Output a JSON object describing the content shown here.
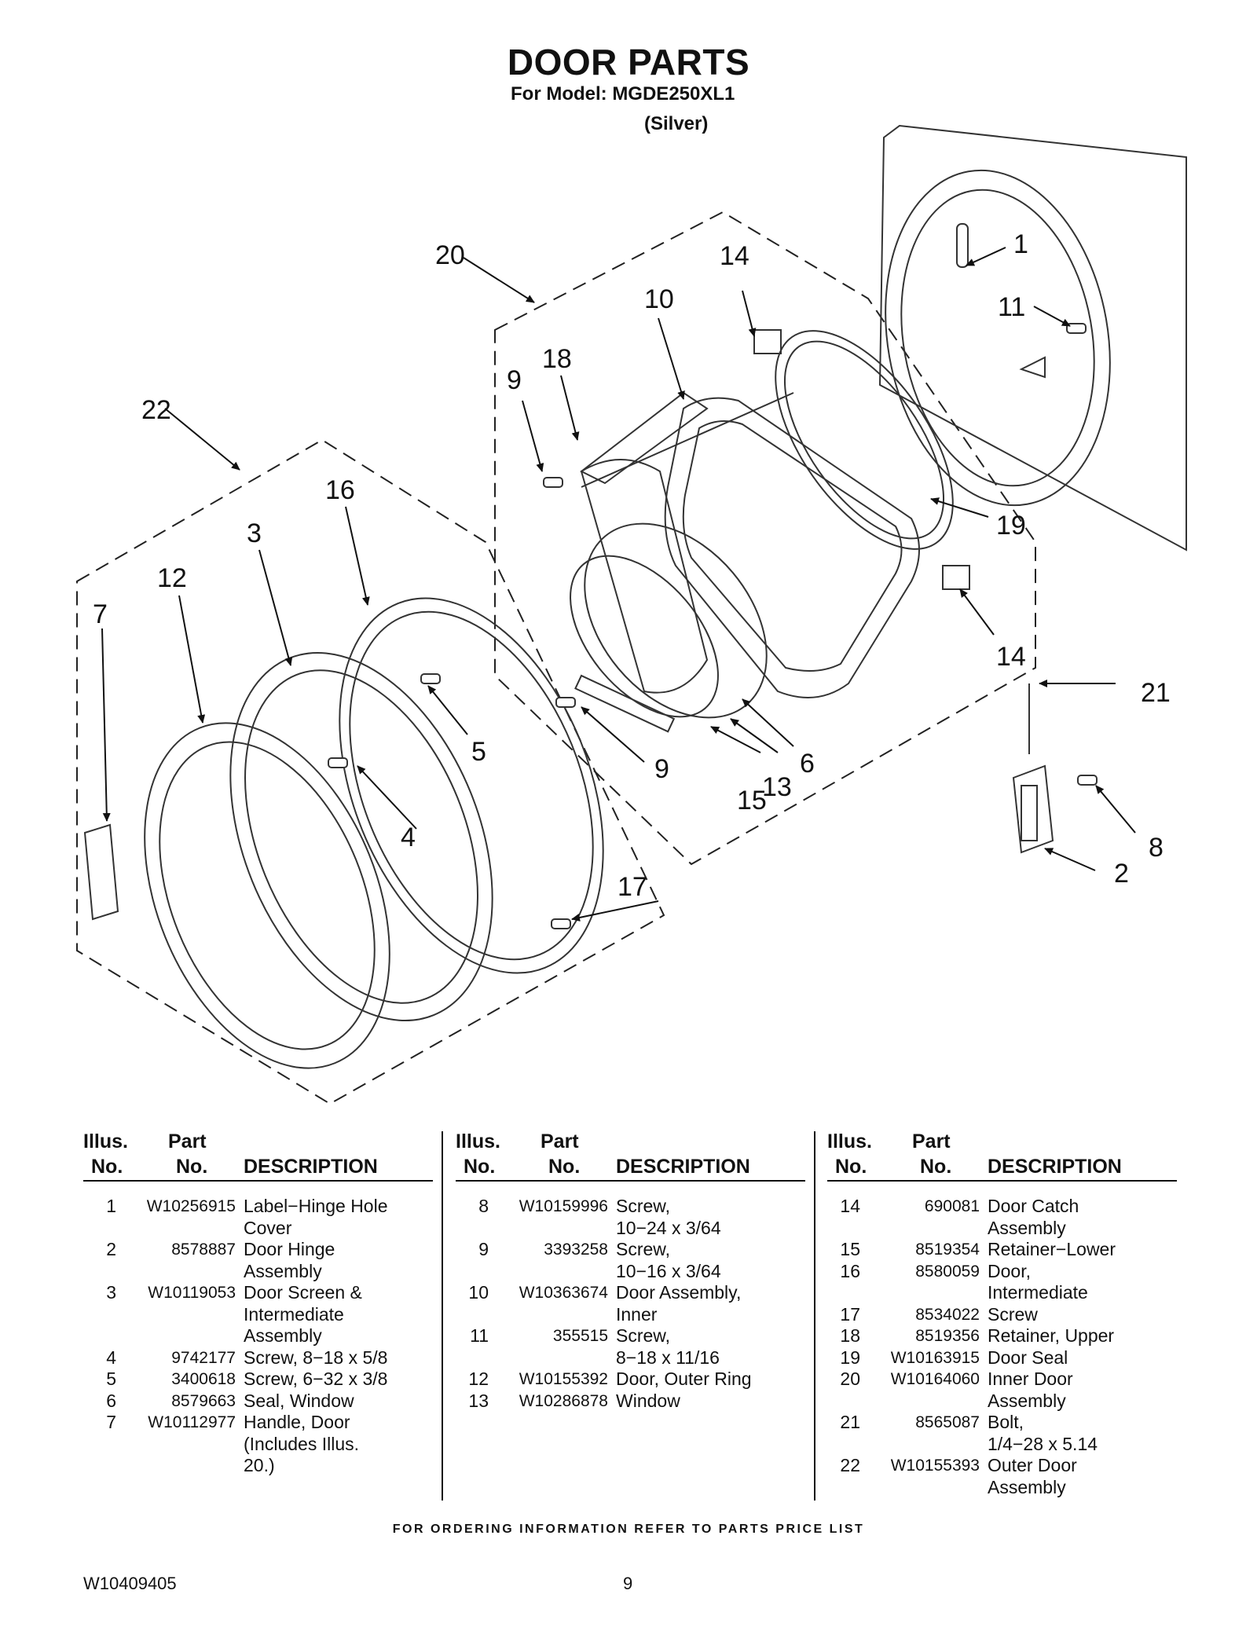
{
  "header": {
    "title": "DOOR PARTS",
    "model_line": "For Model: MGDE250XL1",
    "color_line": "(Silver)"
  },
  "callouts": [
    "1",
    "2",
    "3",
    "4",
    "5",
    "6",
    "8",
    "9",
    "10",
    "11",
    "12",
    "13",
    "14",
    "15",
    "16",
    "17",
    "18",
    "19",
    "20",
    "21",
    "22",
    "7"
  ],
  "table": {
    "headers": {
      "illus_1": "Illus.",
      "illus_2": "No.",
      "part_1": "Part",
      "part_2": "No.",
      "desc": "DESCRIPTION"
    },
    "columns": [
      {
        "rows": [
          {
            "n": "1",
            "part": "W10256915",
            "desc": [
              "Label−Hinge Hole",
              "Cover"
            ]
          },
          {
            "n": "2",
            "part": "8578887",
            "desc": [
              "Door Hinge",
              "Assembly"
            ]
          },
          {
            "n": "3",
            "part": "W10119053",
            "desc": [
              "Door Screen &",
              "Intermediate",
              "Assembly"
            ]
          },
          {
            "n": "4",
            "part": "9742177",
            "desc": [
              "Screw, 8−18 x 5/8"
            ]
          },
          {
            "n": "5",
            "part": "3400618",
            "desc": [
              "Screw, 6−32 x 3/8"
            ]
          },
          {
            "n": "6",
            "part": "8579663",
            "desc": [
              "Seal, Window"
            ]
          },
          {
            "n": "7",
            "part": "W10112977",
            "desc": [
              "Handle, Door",
              "(Includes Illus.",
              "20.)"
            ]
          }
        ]
      },
      {
        "rows": [
          {
            "n": "8",
            "part": "W10159996",
            "desc": [
              "Screw,",
              "10−24 x 3/64"
            ]
          },
          {
            "n": "9",
            "part": "3393258",
            "desc": [
              "Screw,",
              "10−16 x 3/64"
            ]
          },
          {
            "n": "10",
            "part": "W10363674",
            "desc": [
              "Door Assembly,",
              "Inner"
            ]
          },
          {
            "n": "11",
            "part": "355515",
            "desc": [
              "Screw,",
              "8−18 x 11/16"
            ]
          },
          {
            "n": "12",
            "part": "W10155392",
            "desc": [
              "Door, Outer Ring"
            ]
          },
          {
            "n": "13",
            "part": "W10286878",
            "desc": [
              "Window"
            ]
          }
        ]
      },
      {
        "rows": [
          {
            "n": "14",
            "part": "690081",
            "desc": [
              "Door Catch",
              "Assembly"
            ]
          },
          {
            "n": "15",
            "part": "8519354",
            "desc": [
              "Retainer−Lower"
            ]
          },
          {
            "n": "16",
            "part": "8580059",
            "desc": [
              "Door,",
              "Intermediate"
            ]
          },
          {
            "n": "17",
            "part": "8534022",
            "desc": [
              "Screw"
            ]
          },
          {
            "n": "18",
            "part": "8519356",
            "desc": [
              "Retainer, Upper"
            ]
          },
          {
            "n": "19",
            "part": "W10163915",
            "desc": [
              "Door Seal"
            ]
          },
          {
            "n": "20",
            "part": "W10164060",
            "desc": [
              "Inner Door",
              "Assembly"
            ]
          },
          {
            "n": "21",
            "part": "8565087",
            "desc": [
              "Bolt,",
              "1/4−28 x 5.14"
            ]
          },
          {
            "n": "22",
            "part": "W10155393",
            "desc": [
              "Outer Door",
              "Assembly"
            ]
          }
        ]
      }
    ]
  },
  "footer": {
    "note": "FOR ORDERING INFORMATION REFER TO PARTS PRICE LIST",
    "doc_number": "W10409405",
    "page": "9"
  }
}
